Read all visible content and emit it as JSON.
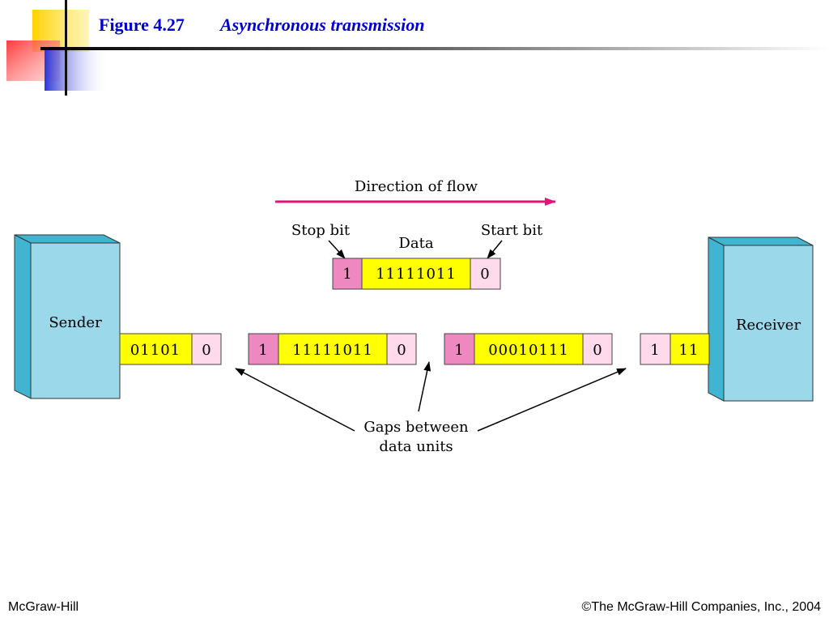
{
  "slide": {
    "figure_number": "Figure 4.27",
    "figure_title": "Asynchronous transmission"
  },
  "diagram": {
    "direction_label": "Direction of flow",
    "stop_bit_label": "Stop bit",
    "start_bit_label": "Start bit",
    "data_label": "Data",
    "sender_label": "Sender",
    "receiver_label": "Receiver",
    "gaps_label_line1": "Gaps between",
    "gaps_label_line2": "data units",
    "legend_frame": {
      "stop": "1",
      "data": "11111011",
      "start": "0"
    },
    "stream": {
      "frame_a": {
        "data": "01101",
        "start": "0"
      },
      "frame_b": {
        "stop": "1",
        "data": "11111011",
        "start": "0"
      },
      "frame_c": {
        "stop": "1",
        "data": "00010111",
        "start": "0"
      },
      "frame_d": {
        "stop": "1",
        "data": "11"
      }
    }
  },
  "footer": {
    "left": "McGraw-Hill",
    "right": "©The McGraw-Hill Companies, Inc., 2004"
  },
  "colors": {
    "stop_bit": "#ee88c0",
    "data_bits": "#ffff00",
    "start_bit": "#ffd9ec",
    "device_front": "#9ad8ea",
    "device_side": "#40b4d0",
    "arrow_flow": "#e0157a",
    "title": "#0000cc"
  }
}
